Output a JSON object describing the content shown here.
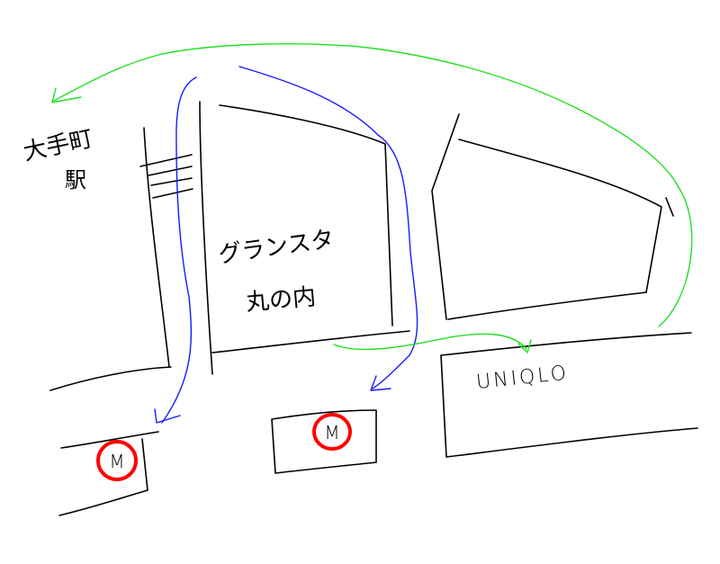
{
  "labels": {
    "station_line1": "大手町",
    "station_line2": "駅",
    "building_line1": "グランスタ",
    "building_line2": "丸の内",
    "store": "UNIQLO",
    "metro_exit_left": "M",
    "metro_exit_center": "M"
  },
  "colors": {
    "streets": "#000000",
    "route_blue": "#1a1aff",
    "route_green": "#22e022",
    "metro_marker": "#ff0000"
  }
}
